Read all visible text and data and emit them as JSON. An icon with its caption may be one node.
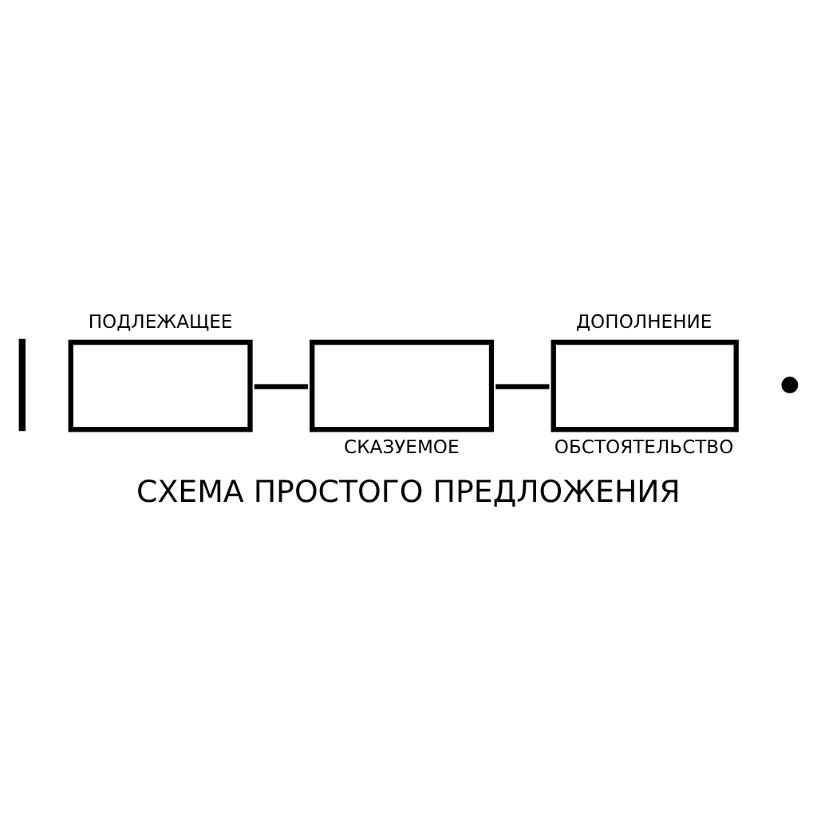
{
  "diagram": {
    "caption": "СХЕМА ПРОСТОГО ПРЕДЛОЖЕНИЯ",
    "nodes": [
      {
        "text": [],
        "shape": "bar"
      },
      {
        "text": [
          "ПОДЛЕЖАЩЕЕ"
        ]
      },
      {
        "text": [
          "СКАЗУЕМОЕ"
        ]
      },
      {
        "text": [
          "ДОПОЛНЕНИЕ",
          "ОБСТОЯТЕЛЬСТВО"
        ]
      },
      {
        "text": [],
        "shape": "circle"
      }
    ],
    "edges": [
      {
        "from": 1,
        "to": 2,
        "arrow": "none"
      },
      {
        "from": 2,
        "to": 3,
        "arrow": "none"
      }
    ]
  }
}
